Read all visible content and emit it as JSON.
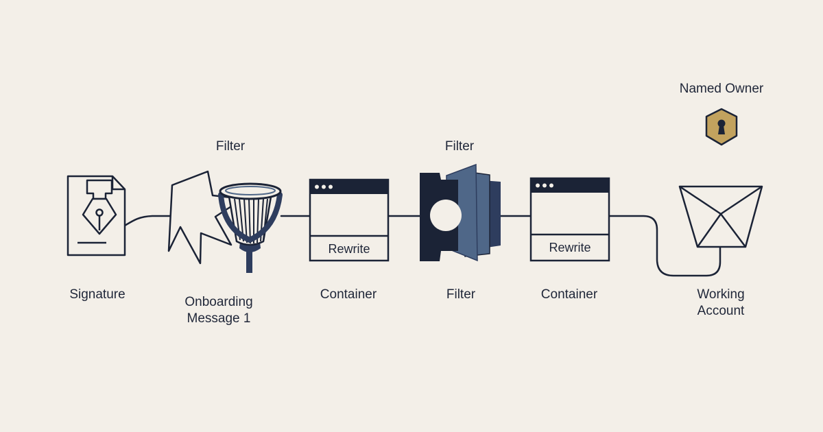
{
  "diagram": {
    "colors": {
      "background": "#f3efe8",
      "ink": "#1b2336",
      "slate": "#4f6788",
      "slate_dark": "#2e3d5e",
      "gold": "#c2a25e"
    },
    "nodes": {
      "signature": {
        "label": "Signature",
        "icon": "pen-nib-document-icon"
      },
      "onboarding": {
        "label_line1": "Onboarding",
        "label_line2": "Message 1",
        "icon": "folded-paper-icon"
      },
      "filter_funnel": {
        "label": "Filter",
        "icon": "funnel-filter-icon"
      },
      "container_1": {
        "label": "Container",
        "inner_label": "Rewrite",
        "icon": "browser-window-icon"
      },
      "filter_gear": {
        "top_label": "Filter",
        "bottom_label": "Filter",
        "icon": "gear-stack-icon"
      },
      "container_2": {
        "label": "Container",
        "inner_label": "Rewrite",
        "icon": "browser-window-icon"
      },
      "named_owner": {
        "label": "Named Owner",
        "icon": "keyhole-shield-icon"
      },
      "working_account": {
        "label_line1": "Working",
        "label_line2": "Account",
        "icon": "envelope-icon"
      }
    }
  }
}
